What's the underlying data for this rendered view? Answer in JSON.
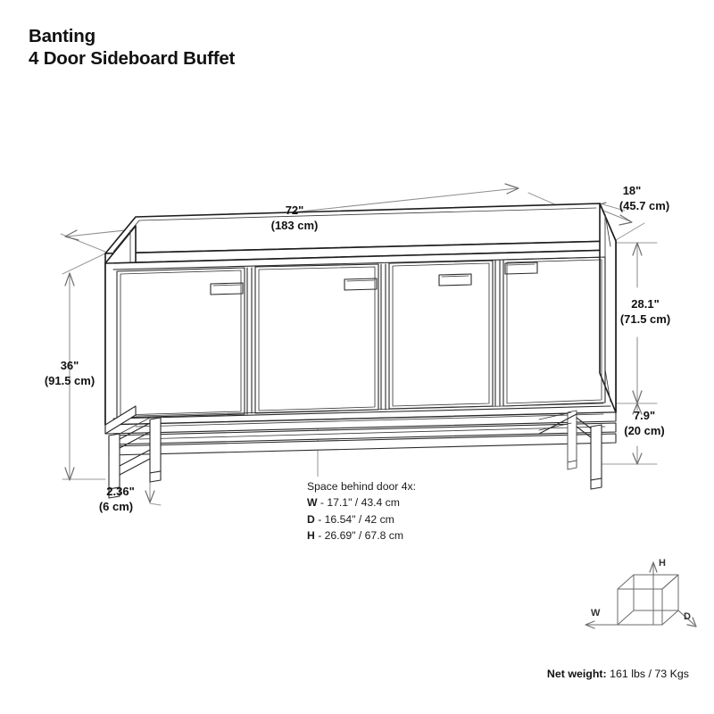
{
  "product": {
    "brand_line": "Banting",
    "name_line": "4 Door Sideboard Buffet"
  },
  "dimensions": {
    "width": {
      "label": "width-dimension",
      "imperial": "72\"",
      "metric": "(183 cm)"
    },
    "depth": {
      "label": "depth-dimension",
      "imperial": "18\"",
      "metric": "(45.7 cm)"
    },
    "overall_height": {
      "label": "overall-height-dimension",
      "imperial": "36\"",
      "metric": "(91.5 cm)"
    },
    "cabinet_height": {
      "label": "cabinet-height-dimension",
      "imperial": "28.1\"",
      "metric": "(71.5 cm)"
    },
    "base_height": {
      "label": "base-height-dimension",
      "imperial": "7.9\"",
      "metric": "(20 cm)"
    },
    "foot_height": {
      "label": "foot-height-dimension",
      "imperial": "2.36\"",
      "metric": "(6 cm)"
    }
  },
  "interior": {
    "heading": "Space behind door 4x:",
    "rows": [
      {
        "key": "W",
        "sep": " - ",
        "value": "17.1\" / 43.4 cm"
      },
      {
        "key": "D",
        "sep": " - ",
        "value": "16.54\" / 42 cm"
      },
      {
        "key": "H",
        "sep": " - ",
        "value": "26.69\" / 67.8 cm"
      }
    ]
  },
  "axis_legend": {
    "width_label": "W",
    "depth_label": "D",
    "height_label": "H"
  },
  "weight": {
    "label": "Net weight:",
    "value": " 161 lbs / 73 Kgs"
  },
  "colors": {
    "line": "#1d1d1d",
    "dimension": "#8d8d8d",
    "text": "#111111",
    "background": "#ffffff"
  }
}
